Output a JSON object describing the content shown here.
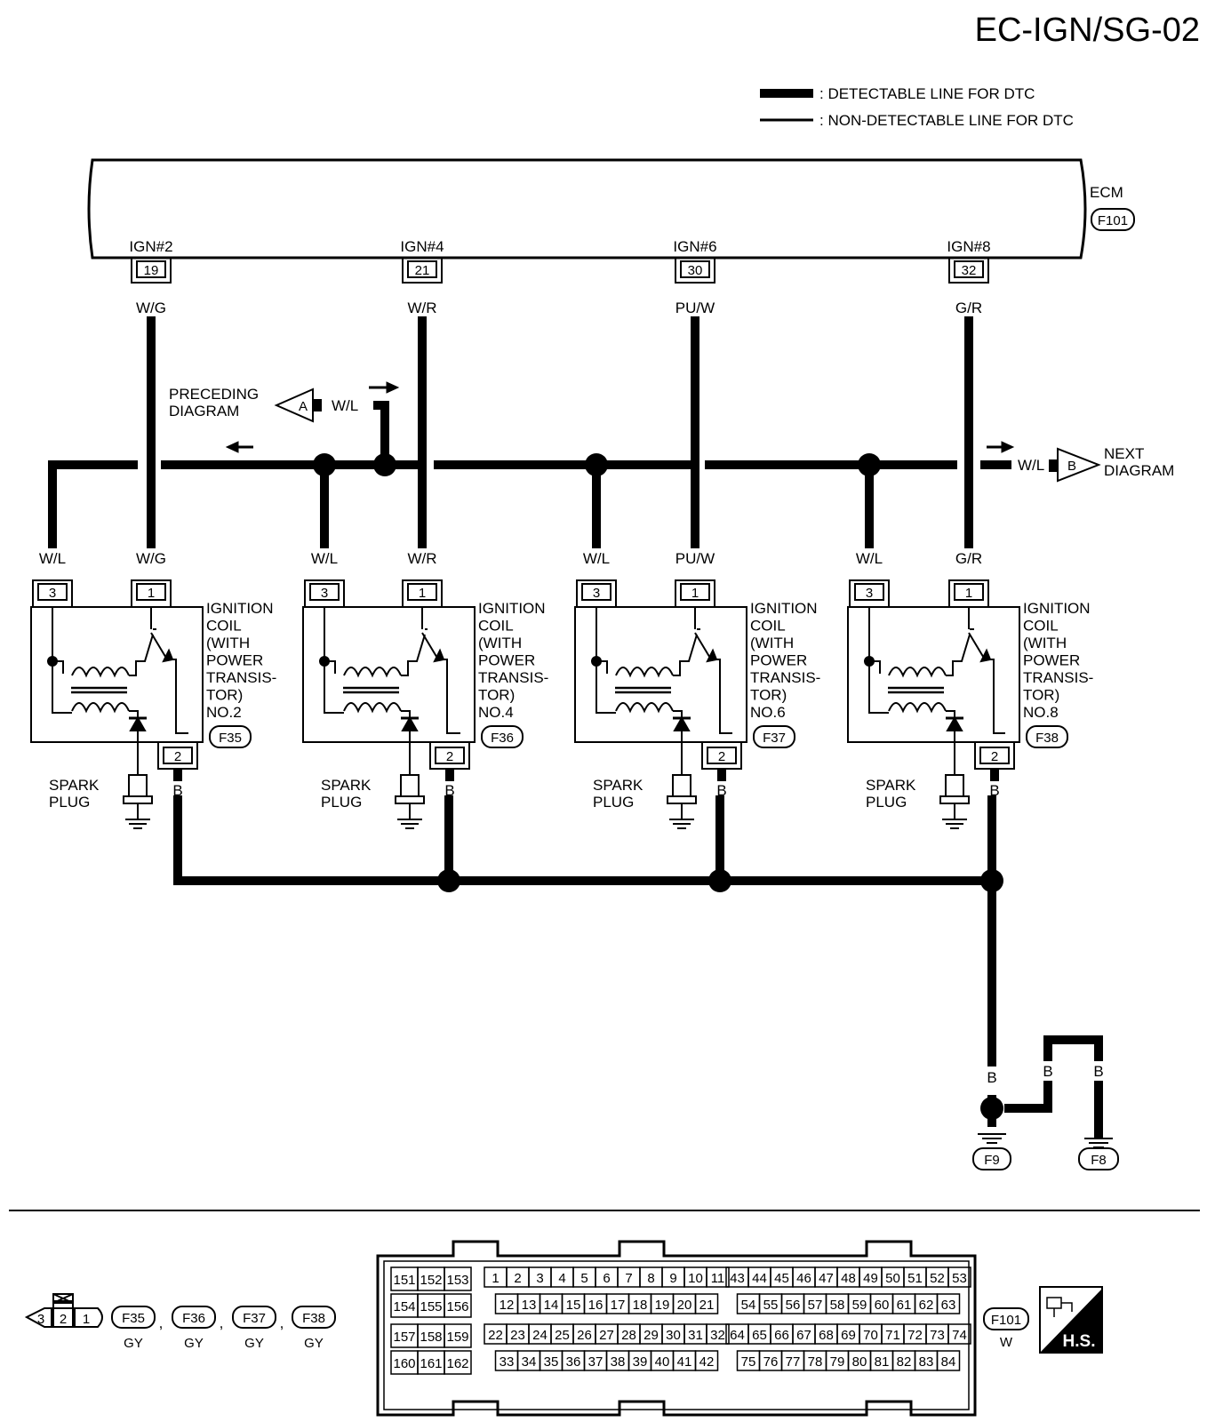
{
  "page_id": "EC-IGN/SG-02",
  "legend": {
    "thick": ": DETECTABLE LINE FOR DTC",
    "thin": ": NON-DETECTABLE LINE FOR DTC"
  },
  "ecm": {
    "name": "ECM",
    "connector": "F101"
  },
  "ecm_terminals": [
    {
      "label": "IGN#2",
      "pin": "19",
      "wire": "W/G"
    },
    {
      "label": "IGN#4",
      "pin": "21",
      "wire": "W/R"
    },
    {
      "label": "IGN#6",
      "pin": "30",
      "wire": "PU/W"
    },
    {
      "label": "IGN#8",
      "pin": "32",
      "wire": "G/R"
    }
  ],
  "preceding": {
    "line1": "PRECEDING",
    "line2": "DIAGRAM",
    "ref": "A",
    "wire": "W/L"
  },
  "next": {
    "line1": "NEXT",
    "line2": "DIAGRAM",
    "ref": "B",
    "wire": "W/L"
  },
  "coils": [
    {
      "pin3_wire": "W/L",
      "pin1_wire": "W/G",
      "pin3": "3",
      "pin1": "1",
      "pin2": "2",
      "ground_wire": "B",
      "label_lines": [
        "IGNITION",
        "COIL",
        "(WITH",
        " POWER",
        " TRANSIS-",
        " TOR)",
        "NO.2"
      ],
      "connector": "F35",
      "plug_lines": [
        "SPARK",
        "PLUG"
      ]
    },
    {
      "pin3_wire": "W/L",
      "pin1_wire": "W/R",
      "pin3": "3",
      "pin1": "1",
      "pin2": "2",
      "ground_wire": "B",
      "label_lines": [
        "IGNITION",
        "COIL",
        "(WITH",
        " POWER",
        " TRANSIS-",
        " TOR)",
        "NO.4"
      ],
      "connector": "F36",
      "plug_lines": [
        "SPARK",
        "PLUG"
      ]
    },
    {
      "pin3_wire": "W/L",
      "pin1_wire": "PU/W",
      "pin3": "3",
      "pin1": "1",
      "pin2": "2",
      "ground_wire": "B",
      "label_lines": [
        "IGNITION",
        "COIL",
        "(WITH",
        " POWER",
        "TRANSIS-",
        "TOR)",
        "NO.6"
      ],
      "connector": "F37",
      "plug_lines": [
        "SPARK",
        "PLUG"
      ]
    },
    {
      "pin3_wire": "W/L",
      "pin1_wire": "G/R",
      "pin3": "3",
      "pin1": "1",
      "pin2": "2",
      "ground_wire": "B",
      "label_lines": [
        "IGNITION",
        "COIL",
        "(WITH",
        " POWER",
        " TRANSIS-",
        " TOR)",
        "NO.8"
      ],
      "connector": "F38",
      "plug_lines": [
        "SPARK",
        "PLUG"
      ]
    }
  ],
  "grounds": {
    "wire_main": "B",
    "wire_a": "B",
    "wire_b": "B",
    "g1": "F9",
    "g2": "F8"
  },
  "connector_views": {
    "coil_pins": [
      "3",
      "2",
      "1"
    ],
    "coil_connectors": [
      {
        "id": "F35",
        "color": "GY"
      },
      {
        "id": "F36",
        "color": "GY"
      },
      {
        "id": "F37",
        "color": "GY"
      },
      {
        "id": "F38",
        "color": "GY"
      }
    ],
    "ecm_connector": {
      "id": "F101",
      "color": "W"
    },
    "ecm_left_grid": [
      [
        "151",
        "152",
        "153"
      ],
      [
        "154",
        "155",
        "156"
      ],
      [
        "157",
        "158",
        "159"
      ],
      [
        "160",
        "161",
        "162"
      ]
    ],
    "ecm_mid_rows": [
      [
        "1",
        "2",
        "3",
        "4",
        "5",
        "6",
        "7",
        "8",
        "9",
        "10",
        "11"
      ],
      [
        "12",
        "13",
        "14",
        "15",
        "16",
        "17",
        "18",
        "19",
        "20",
        "21"
      ],
      [
        "22",
        "23",
        "24",
        "25",
        "26",
        "27",
        "28",
        "29",
        "30",
        "31",
        "32"
      ],
      [
        "33",
        "34",
        "35",
        "36",
        "37",
        "38",
        "39",
        "40",
        "41",
        "42"
      ]
    ],
    "ecm_right_rows": [
      [
        "43",
        "44",
        "45",
        "46",
        "47",
        "48",
        "49",
        "50",
        "51",
        "52",
        "53"
      ],
      [
        "54",
        "55",
        "56",
        "57",
        "58",
        "59",
        "60",
        "61",
        "62",
        "63"
      ],
      [
        "64",
        "65",
        "66",
        "67",
        "68",
        "69",
        "70",
        "71",
        "72",
        "73",
        "74"
      ],
      [
        "75",
        "76",
        "77",
        "78",
        "79",
        "80",
        "81",
        "82",
        "83",
        "84"
      ]
    ],
    "hs_label": "H.S."
  }
}
